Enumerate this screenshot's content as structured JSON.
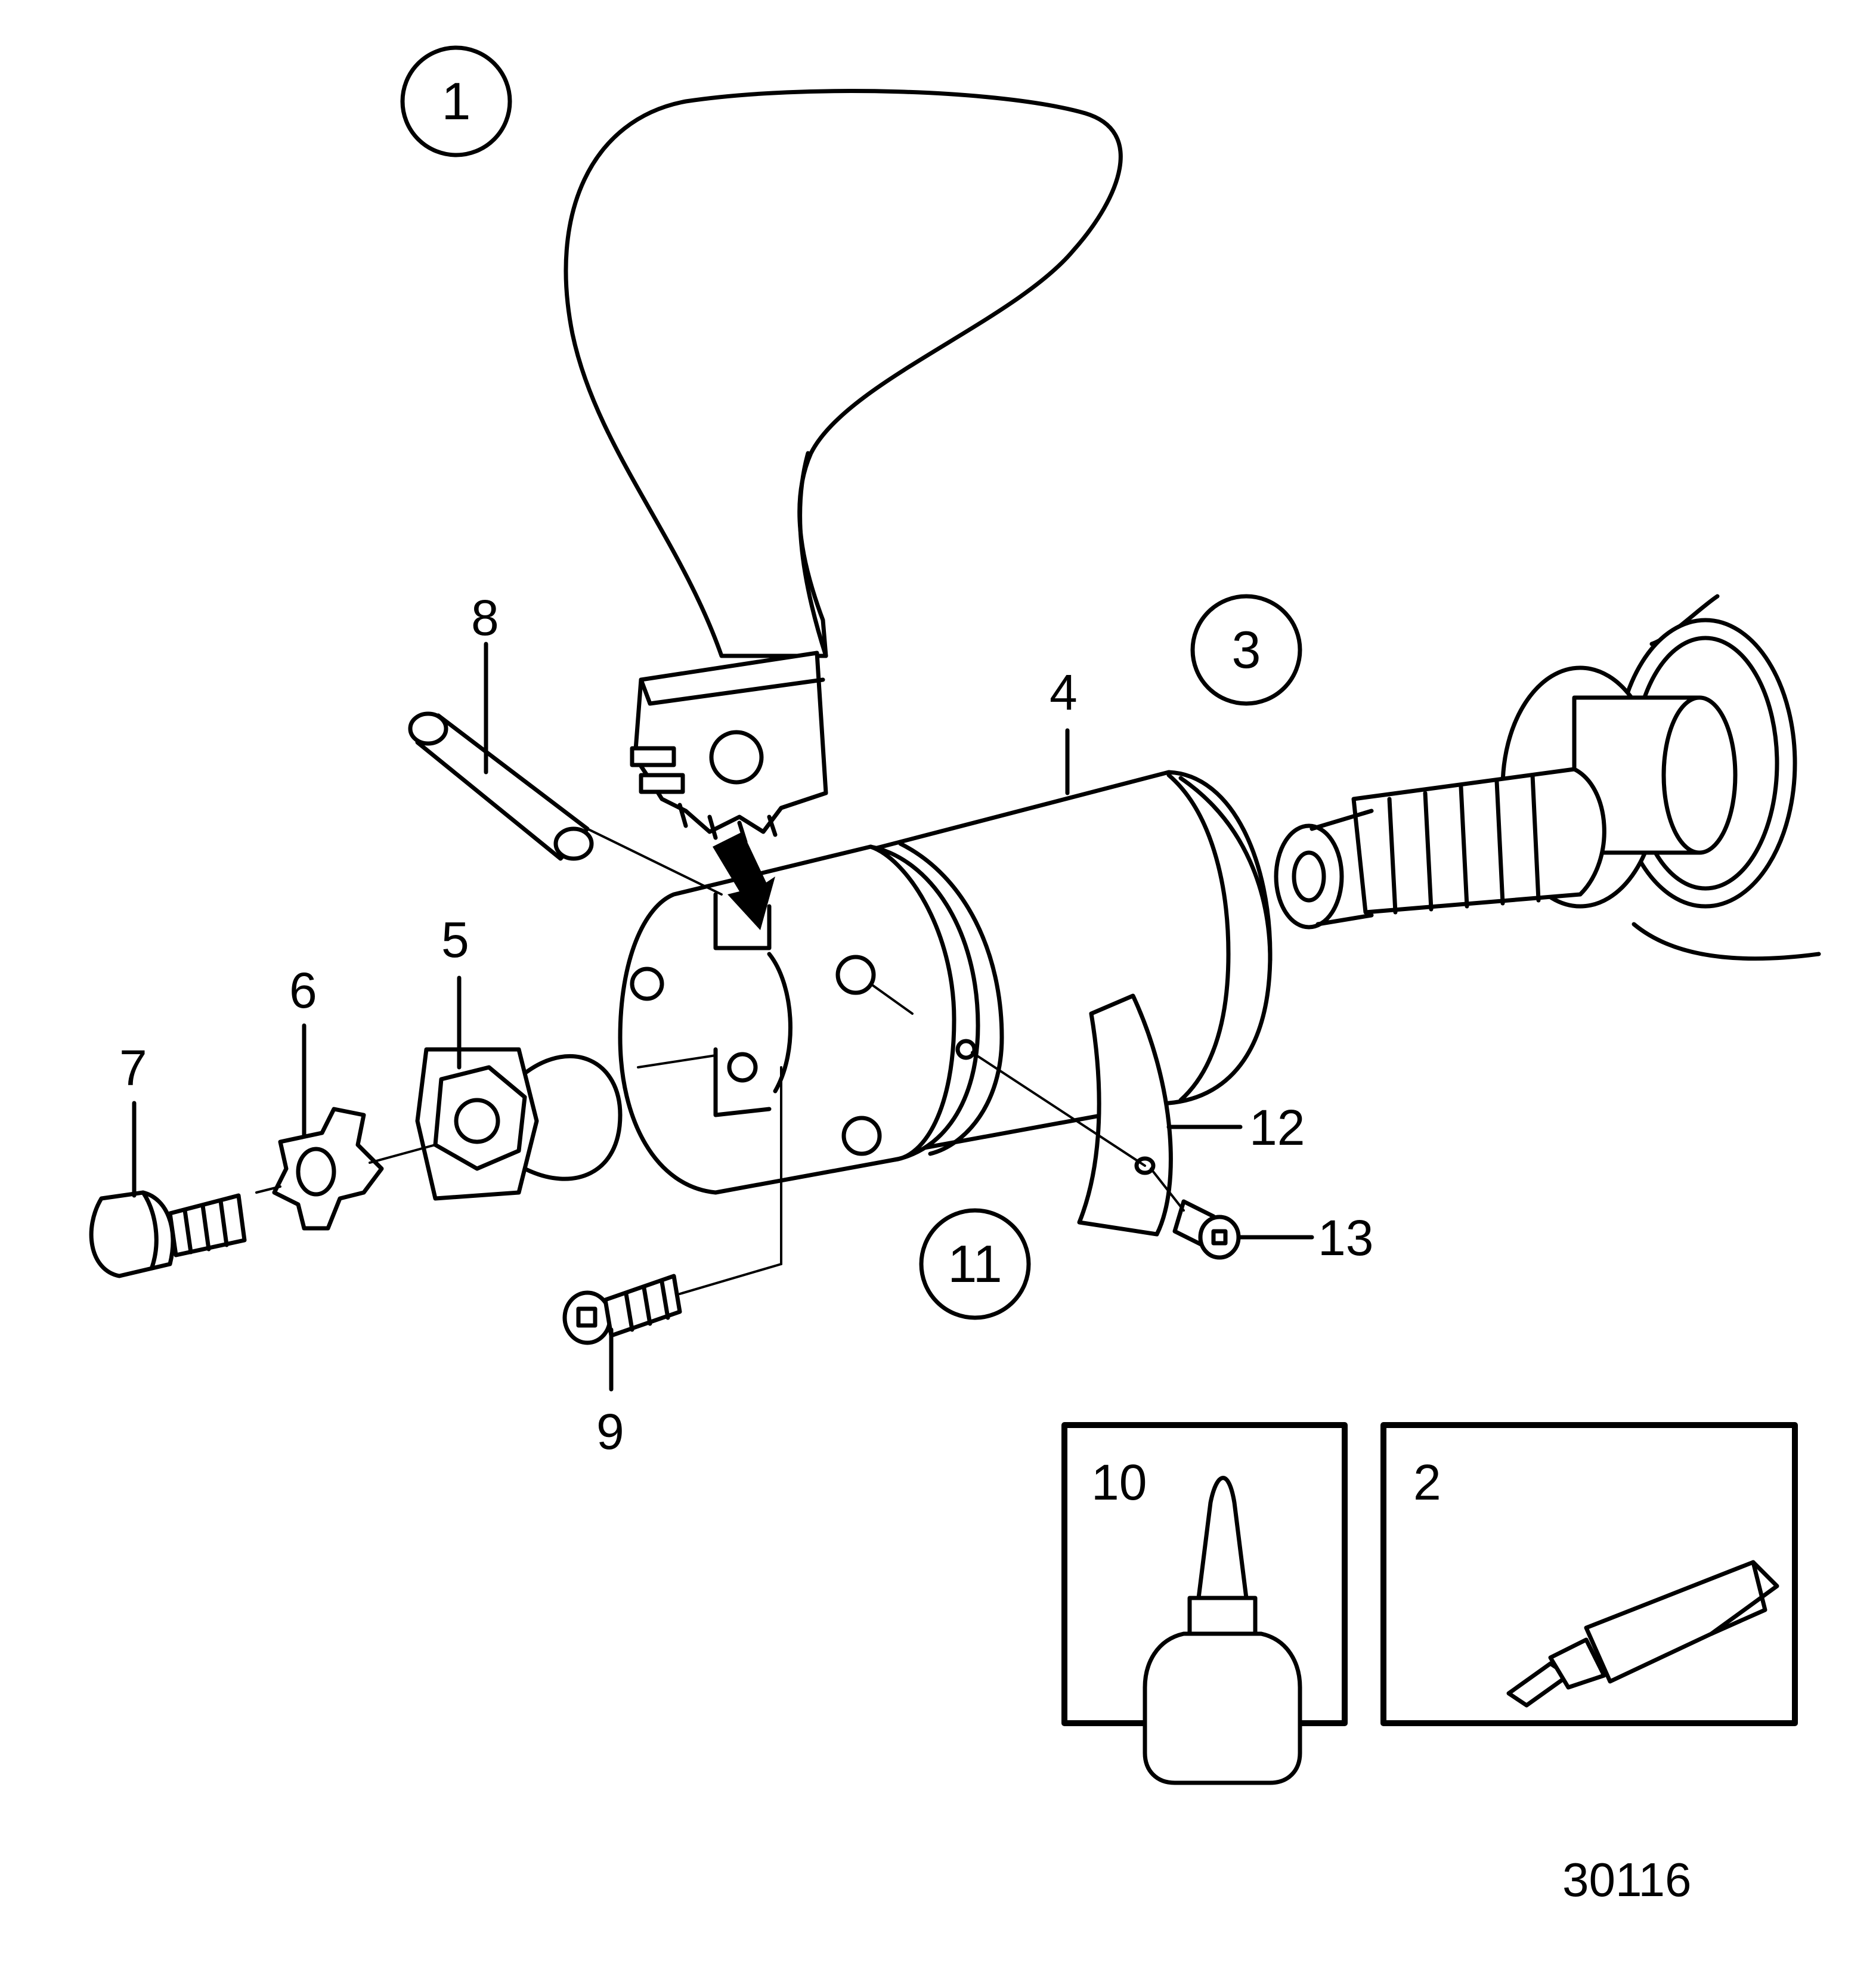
{
  "callouts": {
    "c1": "1",
    "c3": "3",
    "c11": "11"
  },
  "labels": {
    "l2": "2",
    "l4": "4",
    "l5": "5",
    "l6": "6",
    "l7": "7",
    "l8": "8",
    "l9": "9",
    "l10": "10",
    "l12": "12",
    "l13": "13"
  },
  "reference_number": "30116"
}
